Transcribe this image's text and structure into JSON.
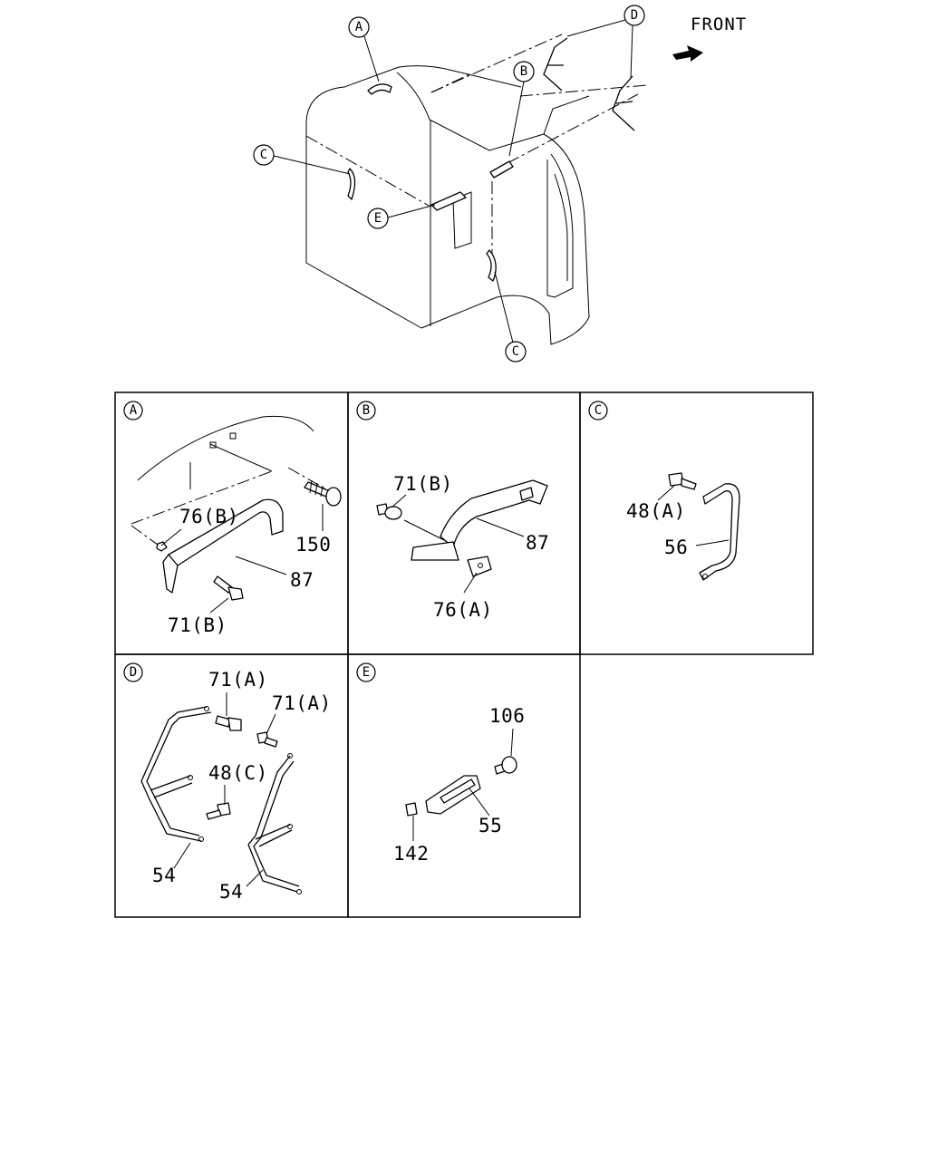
{
  "overview": {
    "front_label": "FRONT",
    "callouts": [
      "A",
      "B",
      "C",
      "C",
      "D",
      "E"
    ]
  },
  "panels": [
    {
      "letter": "A",
      "labels": [
        "76(B)",
        "150",
        "87",
        "71(B)"
      ]
    },
    {
      "letter": "B",
      "labels": [
        "71(B)",
        "87",
        "76(A)"
      ]
    },
    {
      "letter": "C",
      "labels": [
        "48(A)",
        "56"
      ]
    },
    {
      "letter": "D",
      "labels": [
        "71(A)",
        "71(A)",
        "48(C)",
        "54",
        "54"
      ]
    },
    {
      "letter": "E",
      "labels": [
        "106",
        "55",
        "142"
      ]
    }
  ]
}
